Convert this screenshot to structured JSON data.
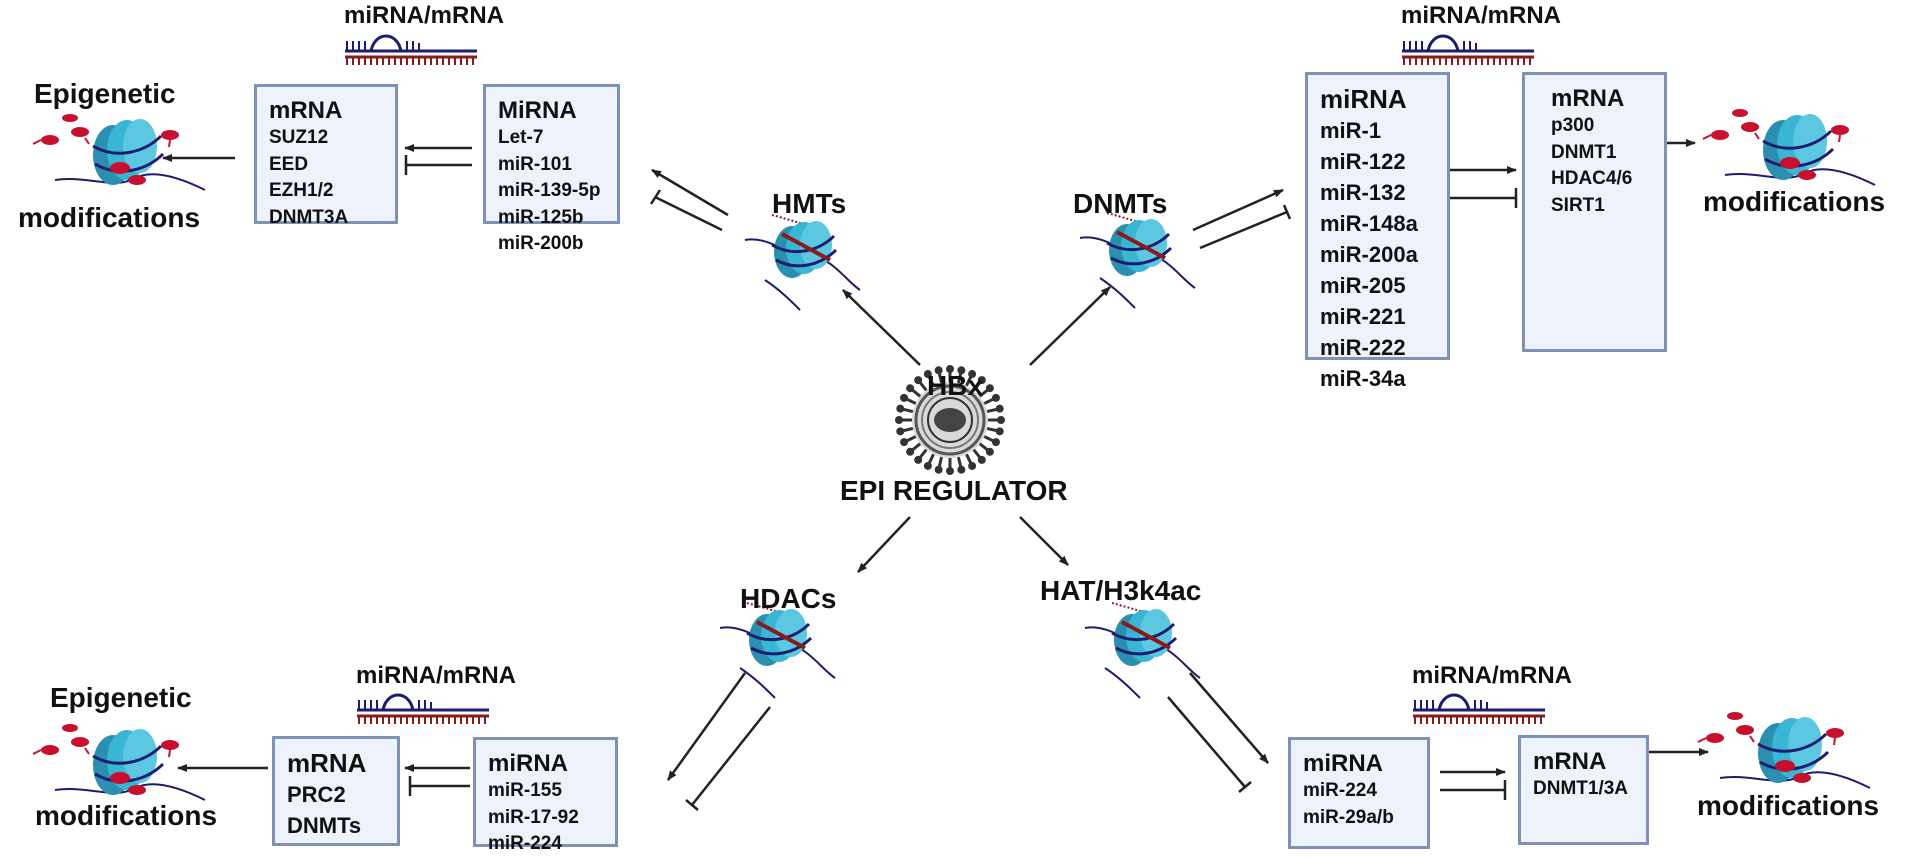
{
  "colors": {
    "box_fill": "#eef3fb",
    "box_border": "#7f92b6",
    "nucleosome": "#39b6d4",
    "dna": "#1d1d6f",
    "mark": "#c8102e",
    "arrow": "#222222"
  },
  "center": {
    "title": "HBx",
    "subtitle": "EPI REGULATOR",
    "icon": "virus-icon"
  },
  "enzymes": {
    "hmts": "HMTs",
    "dnmts": "DNMTs",
    "hdacs": "HDACs",
    "hat": "HAT/H3k4ac"
  },
  "mirna_mrna_label": "miRNA/mRNA",
  "epigenetic_label": "Epigenetic",
  "modifications_label": "modifications",
  "top_left": {
    "mrna": {
      "title": "mRNA",
      "items": [
        "SUZ12",
        "EED",
        "EZH1/2",
        "DNMT3A"
      ]
    },
    "mirna": {
      "title": "MiRNA",
      "items": [
        "Let-7",
        "miR-101",
        "miR-139-5p",
        "miR-125b",
        "miR-200b"
      ]
    }
  },
  "top_right": {
    "mirna": {
      "title": "miRNA",
      "items": [
        "miR-1",
        "miR-122",
        "miR-132",
        "miR-148a",
        "miR-200a",
        "miR-205",
        "miR-221",
        "miR-222",
        "miR-34a"
      ]
    },
    "mrna": {
      "title": "mRNA",
      "items": [
        "p300",
        "DNMT1",
        "HDAC4/6",
        "SIRT1"
      ]
    }
  },
  "bottom_left": {
    "mrna": {
      "title": "mRNA",
      "items": [
        "PRC2",
        "DNMTs"
      ]
    },
    "mirna": {
      "title": "miRNA",
      "items": [
        "miR-155",
        "miR-17-92",
        "miR-224"
      ]
    }
  },
  "bottom_right": {
    "mirna": {
      "title": "miRNA",
      "items": [
        "miR-224",
        "miR-29a/b"
      ]
    },
    "mrna": {
      "title": "mRNA",
      "items": [
        "DNMT1/3A"
      ]
    }
  }
}
